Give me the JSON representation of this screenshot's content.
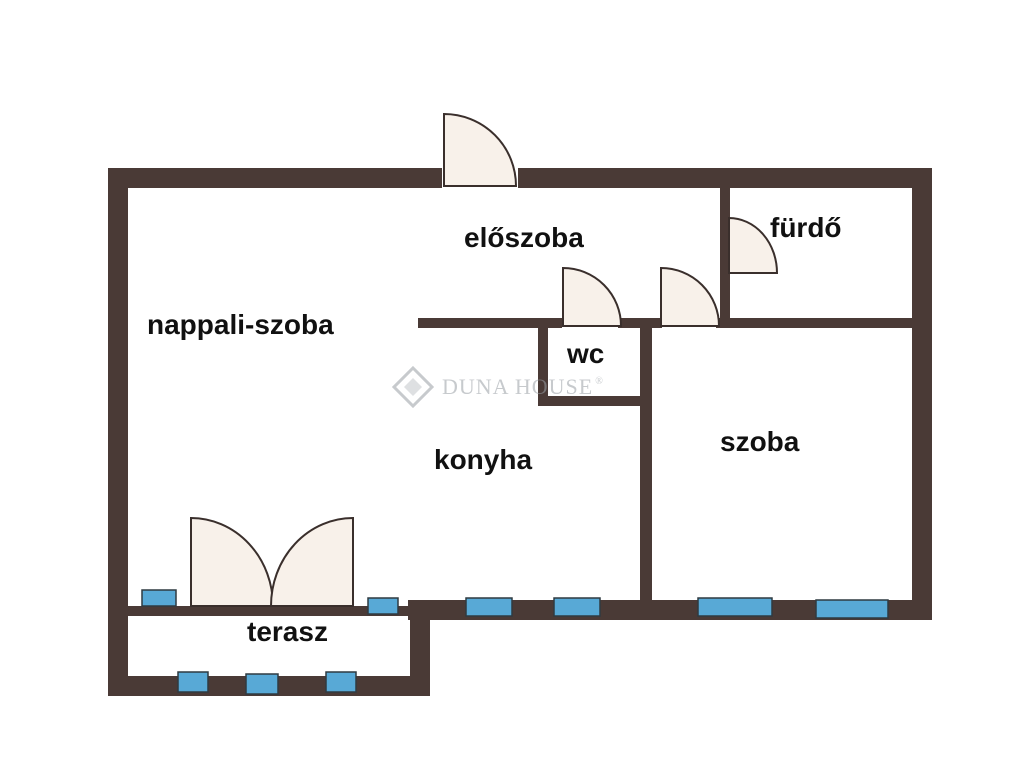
{
  "colors": {
    "wall": "#4a3a36",
    "door_fill": "#f8f1ea",
    "window_fill": "#58a9d6",
    "watermark": "#9aa0a6"
  },
  "rooms": {
    "eloszoba": "előszoba",
    "furdo": "fürdő",
    "nappali": "nappali-szoba",
    "wc": "wc",
    "konyha": "konyha",
    "szoba": "szoba",
    "terasz": "terasz"
  },
  "watermark": {
    "text": "DUNA HOUSE",
    "mark": "®",
    "icon": "diamond-logo-icon"
  }
}
